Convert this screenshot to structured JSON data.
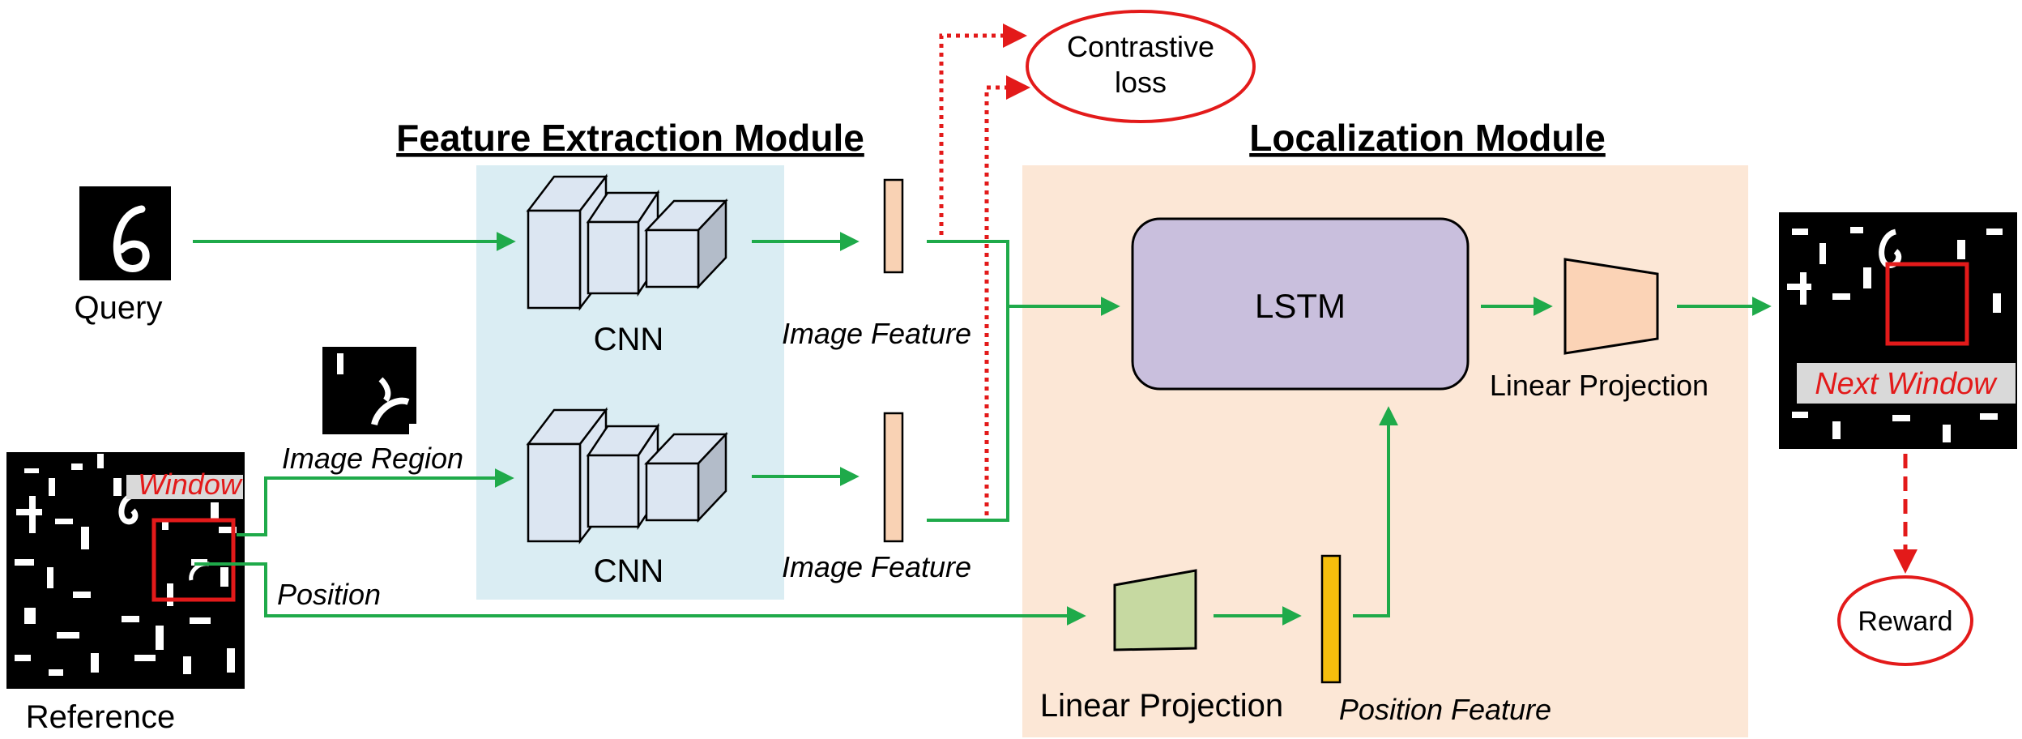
{
  "feature_extraction": {
    "title": "Feature Extraction Module",
    "cnn_label": "CNN"
  },
  "localization": {
    "title": "Localization Module",
    "lstm_label": "LSTM"
  },
  "labels": {
    "query": "Query",
    "reference": "Reference",
    "window": "Window",
    "image_region": "Image Region",
    "position": "Position",
    "image_feature": "Image Feature",
    "linear_projection": "Linear Projection",
    "position_feature": "Position Feature",
    "next_window": "Next Window",
    "reward": "Reward",
    "contrastive_loss": [
      "Contrastive",
      "loss"
    ]
  },
  "colors": {
    "feature_bg": "#daedf3",
    "localization_bg": "#fce7d6",
    "feature_title": "#2e5e8e",
    "localization_title": "#8b3232",
    "arrow_green": "#1faa4a",
    "loss_red": "#e31a1a",
    "lstm_fill": "#c9bfdd",
    "image_feature_fill": "#f9d2b4",
    "projection_top_fill": "#fbd3b6",
    "projection_bottom_fill": "#c6d9a1",
    "position_feature_fill": "#f5be0c",
    "cube_fill": "#dce6f2"
  }
}
